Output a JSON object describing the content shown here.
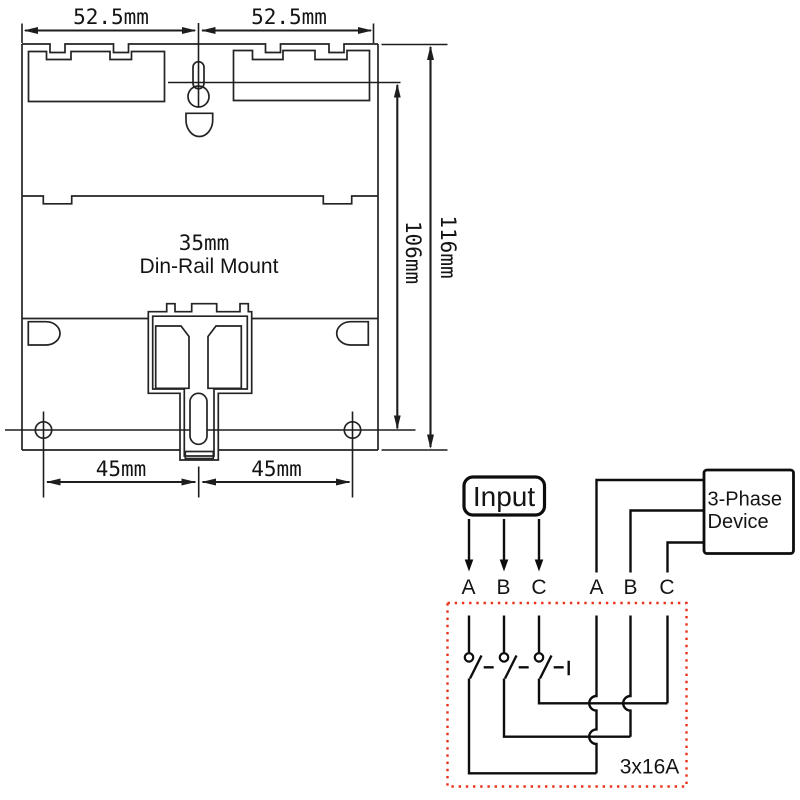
{
  "mechanical": {
    "dim_width_left": "52.5mm",
    "dim_width_right": "52.5mm",
    "dim_height_total": "116mm",
    "dim_height_holes": "106mm",
    "dim_hole_left": "45mm",
    "dim_hole_right": "45mm",
    "rail_size": "35mm",
    "rail_text": "Din-Rail Mount"
  },
  "wiring": {
    "input_label": "Input",
    "device_label_line1": "3-Phase",
    "device_label_line2": "Device",
    "input_phases": [
      "A",
      "B",
      "C"
    ],
    "output_phases": [
      "A",
      "B",
      "C"
    ],
    "breaker_rating": "3x16A",
    "breaker_box_color": "#e8331a",
    "line_color": "#0d0d0d"
  }
}
